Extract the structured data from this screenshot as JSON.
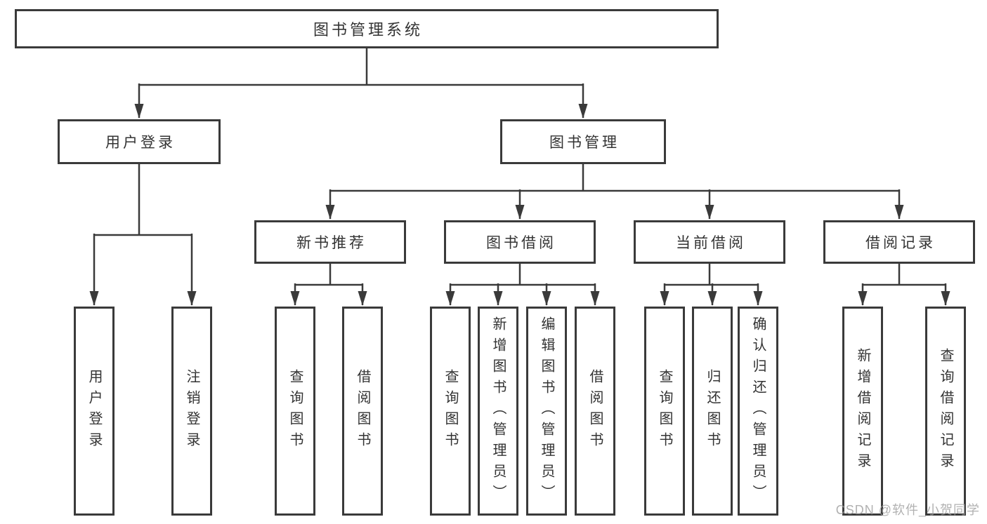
{
  "diagram": {
    "root": {
      "label": "图书管理系统"
    },
    "branches": [
      {
        "label": "用户登录",
        "children": [
          {
            "label": "用户登录"
          },
          {
            "label": "注销登录"
          }
        ]
      },
      {
        "label": "图书管理",
        "children": [
          {
            "label": "新书推荐",
            "children": [
              {
                "label": "查询图书"
              },
              {
                "label": "借阅图书"
              }
            ]
          },
          {
            "label": "图书借阅",
            "children": [
              {
                "label": "查询图书"
              },
              {
                "label": "新增图书（管理员）"
              },
              {
                "label": "编辑图书（管理员）"
              },
              {
                "label": "借阅图书"
              }
            ]
          },
          {
            "label": "当前借阅",
            "children": [
              {
                "label": "查询图书"
              },
              {
                "label": "归还图书"
              },
              {
                "label": "确认归还（管理员）"
              }
            ]
          },
          {
            "label": "借阅记录",
            "children": [
              {
                "label": "新增借阅记录"
              },
              {
                "label": "查询借阅记录"
              }
            ]
          }
        ]
      }
    ]
  },
  "watermark": {
    "label": "CSDN @软件_小贺同学"
  },
  "colors": {
    "page_bg": "#ffffff",
    "line": "#3a3a3a",
    "box_border": "#3a3a3a",
    "box_fill": "#ffffff",
    "text": "#333333",
    "watermark": "#9e9e9e"
  }
}
